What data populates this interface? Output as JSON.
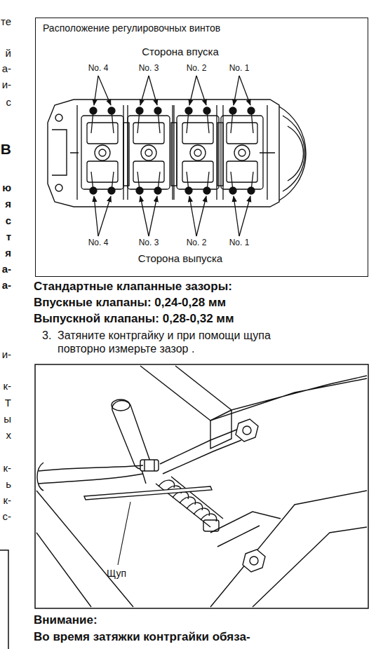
{
  "diagram": {
    "nodes": [
      {
        "text": [
          "Расположение регулировочных винтов"
        ]
      }
    ],
    "labels": [
      "те",
      "й",
      "а-",
      "и-",
      "с",
      "В",
      "ю",
      "я",
      "с",
      "т",
      "я",
      "а-",
      "а-",
      "и-",
      "к-",
      "Т",
      "ы",
      "х",
      "к-",
      "ь",
      "к-",
      "с-",
      "Сторона впуска",
      "No. 4",
      "No. 3",
      "No. 2",
      "No. 1",
      "No. 4",
      "No. 3",
      "No. 2",
      "No. 1",
      "Сторона выпуска",
      "Стандартные клапанные зазоры:",
      "Впускные клапаны: 0,24-0,28 мм",
      "Выпускной клапаны: 0,28-0,32 мм",
      "3.",
      "Затяните контргайку и при помощи щупа повторно измерьте зазор .",
      "Щуп",
      "Внимание:",
      "Во время затяжки контргайки обяза-"
    ]
  }
}
